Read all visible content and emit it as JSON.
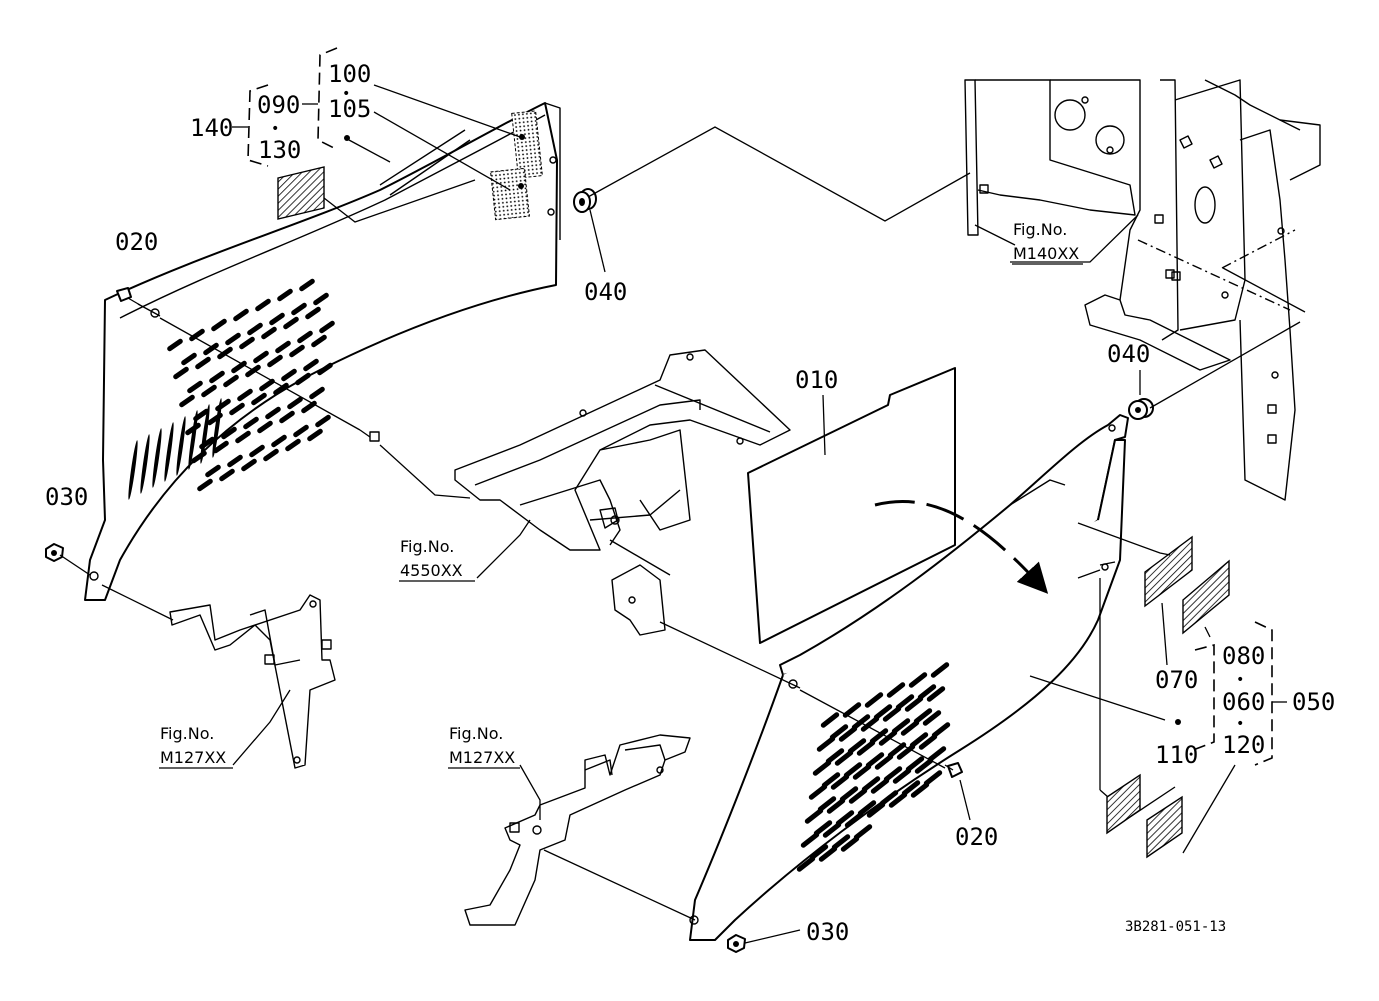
{
  "labels": {
    "p010": "010",
    "p020_left": "020",
    "p020_right": "020",
    "p030_left": "030",
    "p030_right": "030",
    "p040_left": "040",
    "p040_right": "040",
    "p050": "050",
    "p060": "060",
    "p070": "070",
    "p080": "080",
    "p090": "090",
    "p100": "100",
    "p105": "105",
    "p110": "110",
    "p120": "120",
    "p130": "130",
    "p140": "140"
  },
  "fig_refs": {
    "m140_title": "Fig.No.",
    "m140_code": "M140XX",
    "f4550_title": "Fig.No.",
    "f4550_code": "4550XX",
    "m127_left_title": "Fig.No.",
    "m127_left_code": "M127XX",
    "m127_right_title": "Fig.No.",
    "m127_right_code": "M127XX"
  },
  "drawing_code": "3B281-051-13",
  "separator_glyph": "•"
}
